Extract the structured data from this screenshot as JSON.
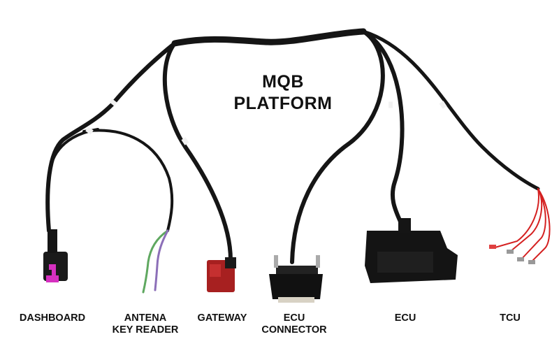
{
  "title": {
    "line1": "MQB",
    "line2": "PLATFORM"
  },
  "labels": {
    "dashboard": "DASHBOARD",
    "antena": {
      "line1": "ANTENA",
      "line2": "KEY READER"
    },
    "gateway": "GATEWAY",
    "ecu_connector": {
      "line1": "ECU",
      "line2": "CONNECTOR"
    },
    "ecu": "ECU",
    "tcu": "TCU"
  },
  "colors": {
    "cable": "#151515",
    "dashboard_connector": "#1a1a1a",
    "dashboard_latch": "#d630c0",
    "gateway_connector": "#a72020",
    "wire_green": "#5fa860",
    "wire_purple": "#8c6fb8",
    "wire_red": "#d42020"
  }
}
